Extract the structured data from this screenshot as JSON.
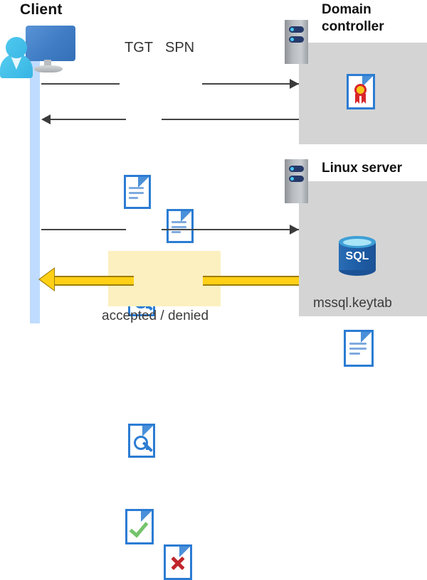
{
  "diagram": {
    "title_client": "Client",
    "title_domain_controller": "Domain\ncontroller",
    "title_domain_controller_line1": "Domain",
    "title_domain_controller_line2": "controller",
    "title_linux_server": "Linux server",
    "labels": {
      "tgt": "TGT",
      "spn": "SPN",
      "keytab_file": "mssql.keytab",
      "result": "accepted / denied",
      "sql_database": "SQL"
    },
    "icons": {
      "client_workstation": "user-computer-icon",
      "server_rack": "server-rack-icon",
      "tgt_document": "document-icon",
      "spn_document": "document-icon",
      "ticket_key_document_1": "key-document-icon",
      "ticket_key_document_2": "key-document-icon",
      "certificate": "certificate-document-icon",
      "database": "sql-database-icon",
      "keytab_document": "document-icon",
      "accepted_document": "check-document-icon",
      "denied_document": "x-document-icon"
    },
    "flows": [
      {
        "name": "client-to-dc-request",
        "direction": "right",
        "labels": [
          "TGT",
          "SPN"
        ]
      },
      {
        "name": "dc-to-client-ticket",
        "direction": "left",
        "labels": []
      },
      {
        "name": "client-to-linux-ticket",
        "direction": "right",
        "labels": []
      },
      {
        "name": "linux-to-client-result",
        "direction": "left",
        "labels": [
          "accepted / denied"
        ]
      }
    ],
    "colors": {
      "panel_gray": "#d4d4d4",
      "lifeline_blue": "#bfdbff",
      "highlight_yellow": "#fcf0c0",
      "response_arrow_yellow": "#ffd016",
      "response_arrow_outline": "#9e7d0a",
      "document_blue": "#2b7cd3",
      "accept_green": "#74c36a",
      "deny_red": "#c0262b",
      "sql_blue": "#1f5fa8",
      "line_gray": "#444444"
    }
  }
}
